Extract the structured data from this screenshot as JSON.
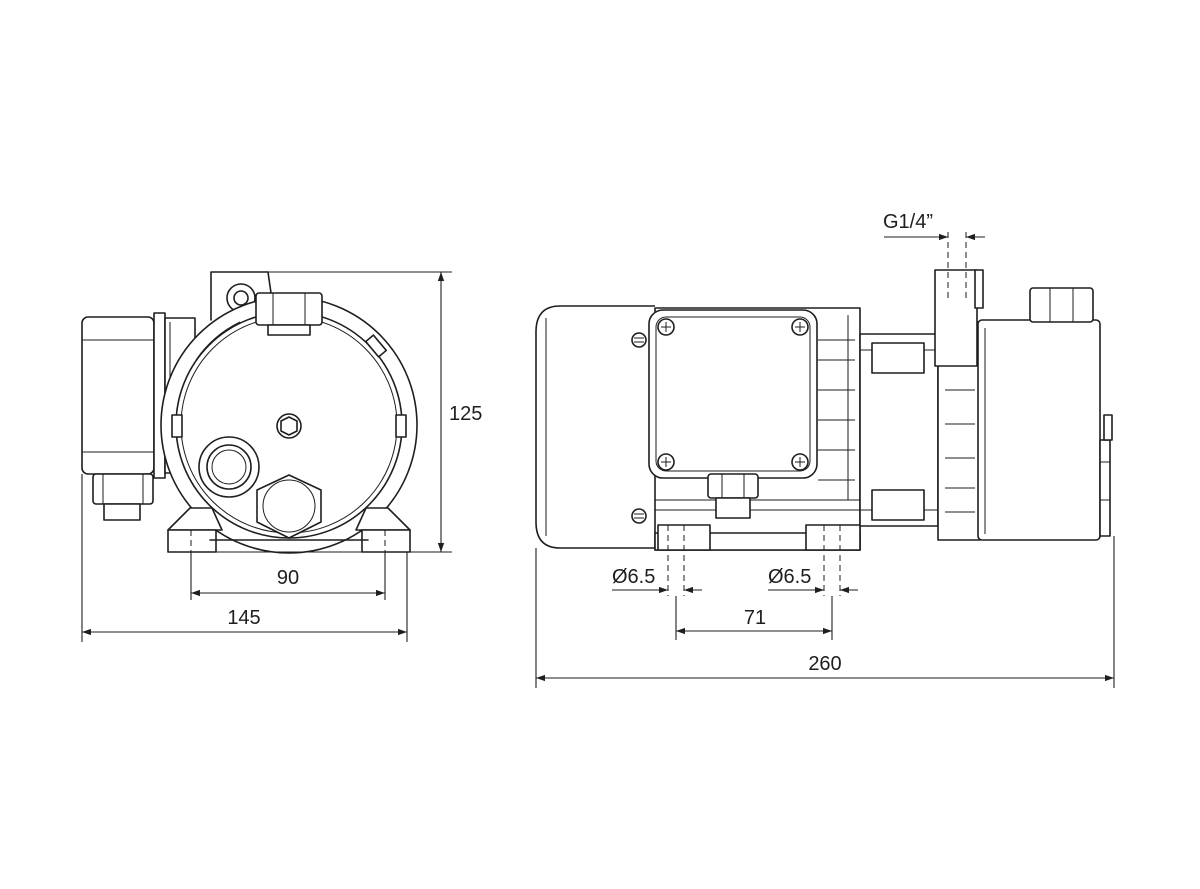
{
  "dimensions": {
    "front_height": "125",
    "front_foot_spacing": "90",
    "front_total_width": "145",
    "hole_diameter_left": "Ø6.5",
    "hole_diameter_right": "Ø6.5",
    "side_foot_spacing": "71",
    "side_total_length": "260",
    "port_thread": "G1/4”"
  }
}
